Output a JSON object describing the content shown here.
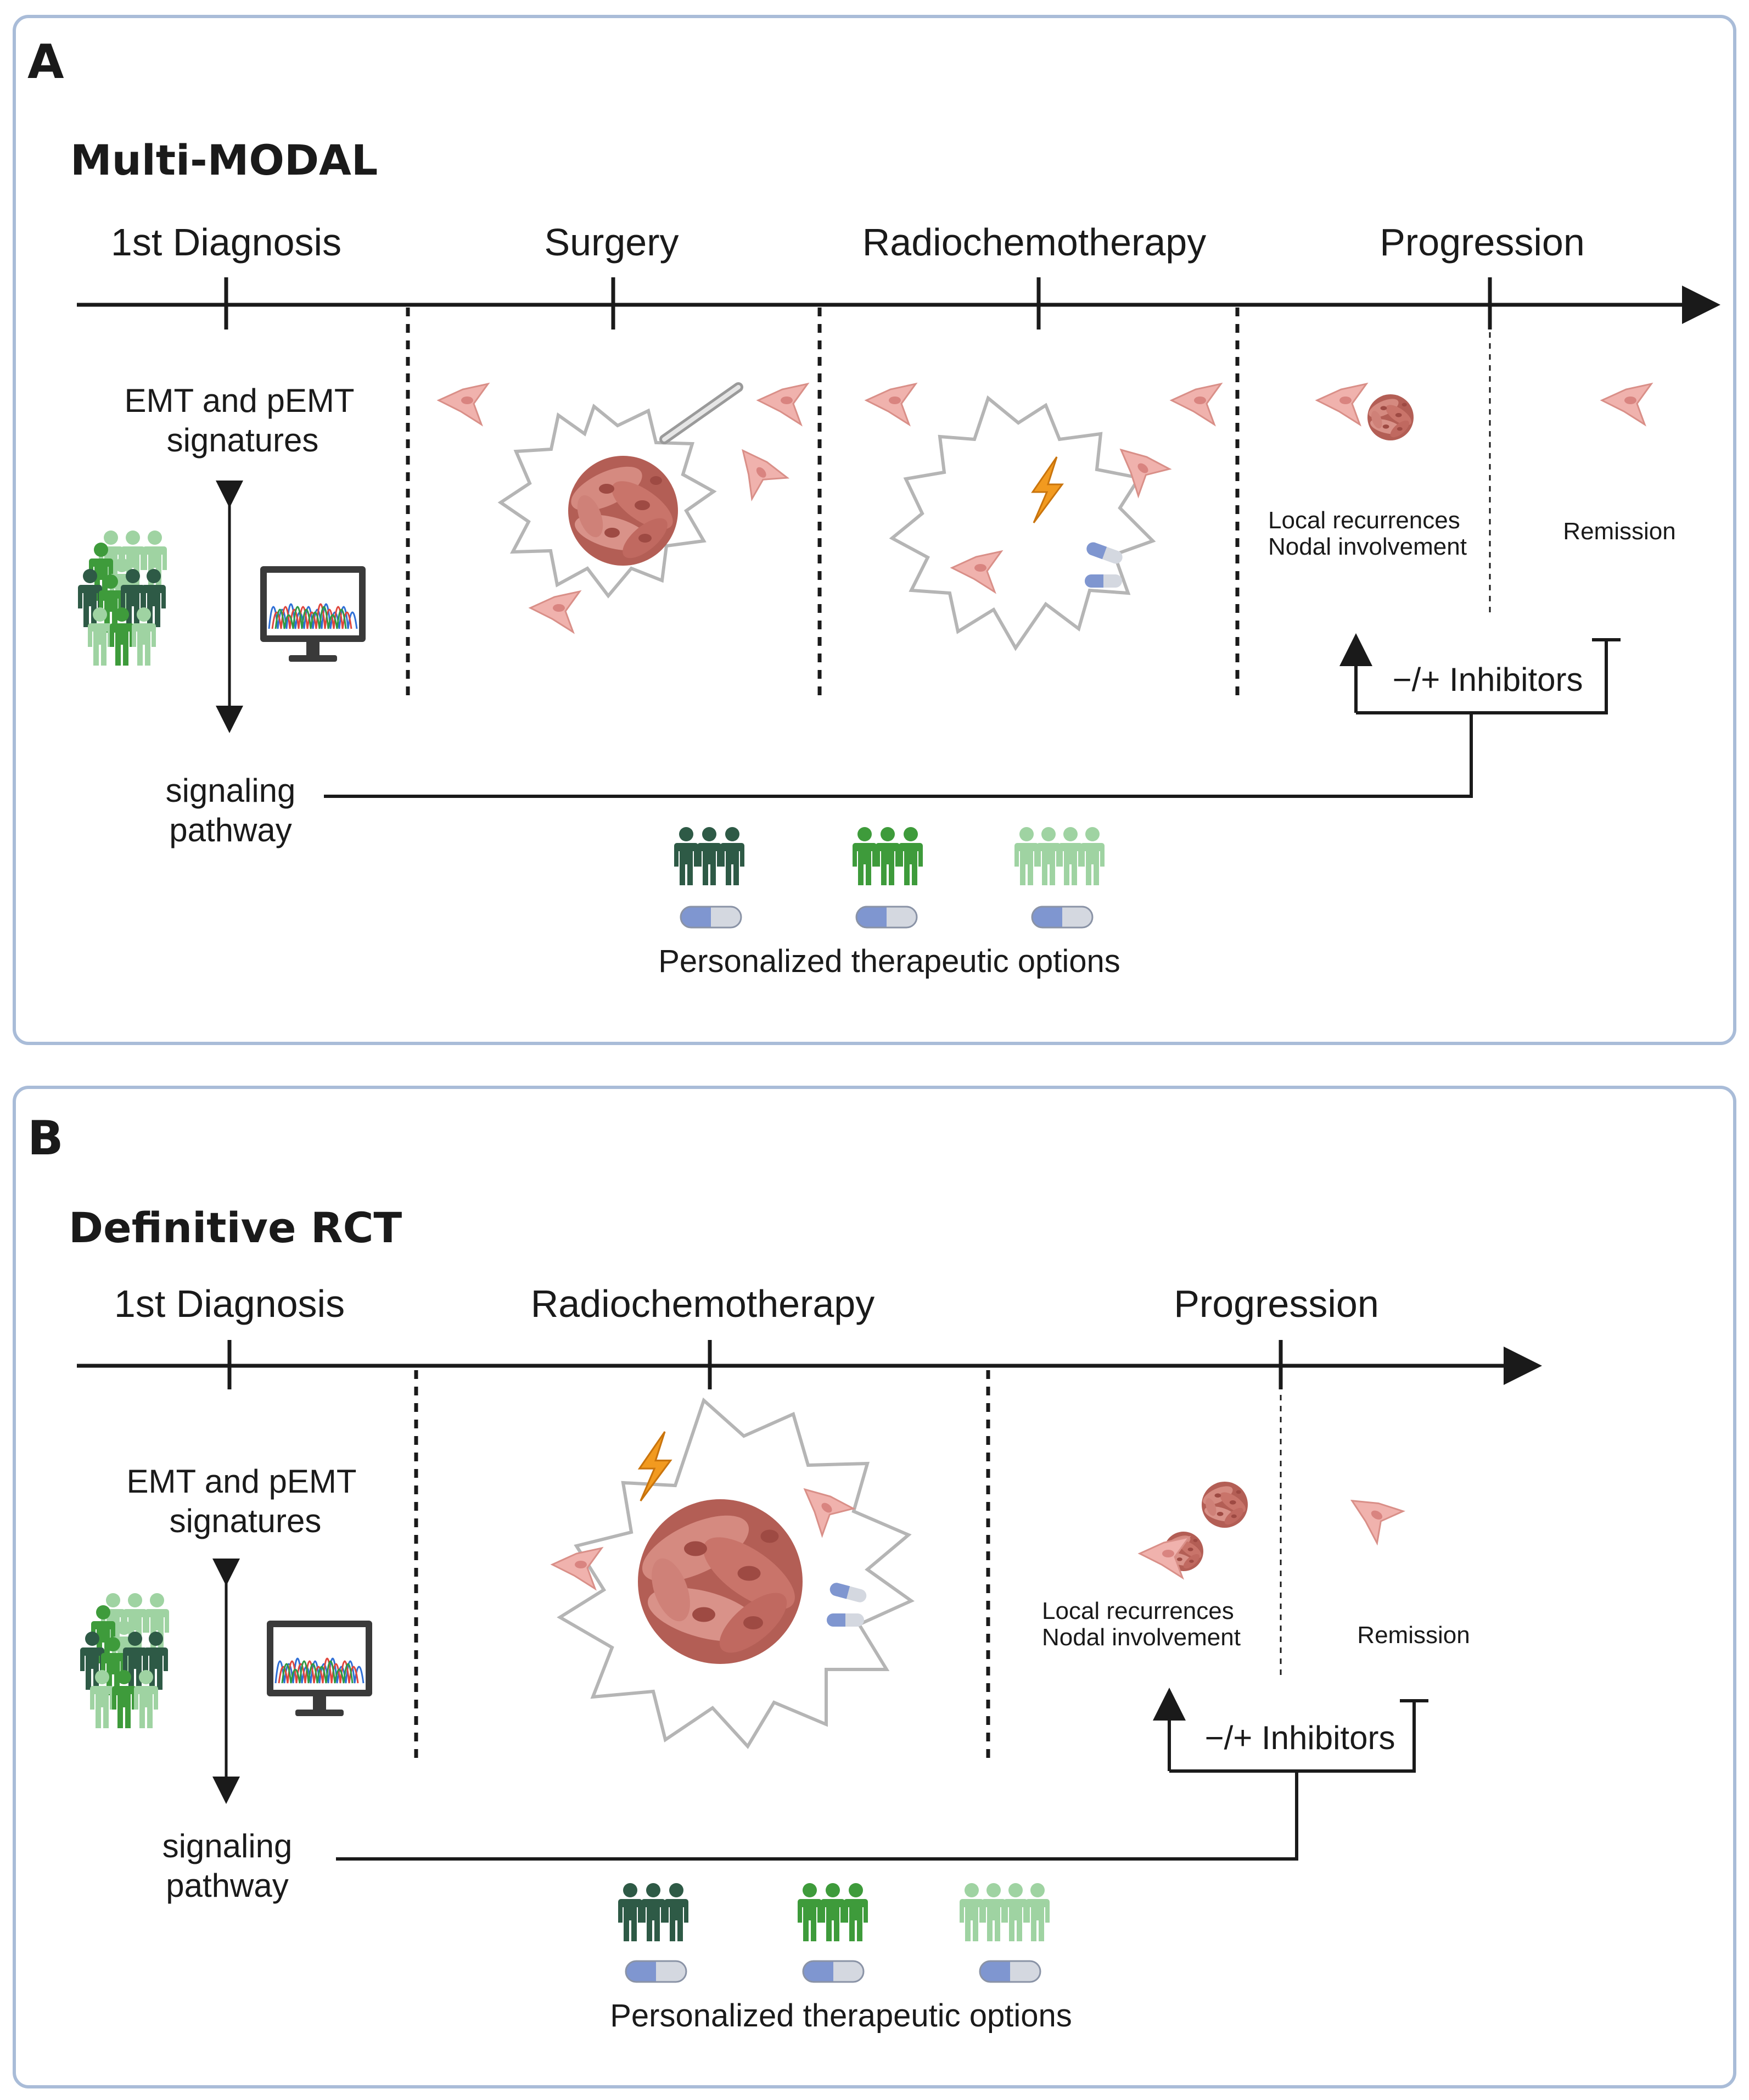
{
  "panel_a": {
    "letter": "A",
    "title": "Multi-MODAL",
    "stages": [
      "1st Diagnosis",
      "Surgery",
      "Radiochemotherapy",
      "Progression"
    ],
    "signatures_label": [
      "EMT and pEMT",
      "signatures"
    ],
    "pathway_label": [
      "signaling",
      "pathway"
    ],
    "outcome_recurrence": [
      "Local recurrences",
      "Nodal involvement"
    ],
    "outcome_remission": "Remission",
    "inhibitors_label": "−/+ Inhibitors",
    "therapy_caption": "Personalized therapeutic options"
  },
  "panel_b": {
    "letter": "B",
    "title": "Definitive RCT",
    "stages": [
      "1st Diagnosis",
      "Radiochemotherapy",
      "Progression"
    ],
    "signatures_label": [
      "EMT and pEMT",
      "signatures"
    ],
    "pathway_label": [
      "signaling",
      "pathway"
    ],
    "outcome_recurrence": [
      "Local recurrences",
      "Nodal involvement"
    ],
    "outcome_remission": "Remission",
    "inhibitors_label": "−/+ Inhibitors",
    "therapy_caption": "Personalized therapeutic options"
  },
  "icons": [
    "patient-group-icon",
    "monitor-sequencing-icon",
    "scalpel-icon",
    "lightning-icon",
    "capsule-icon",
    "tumor-cell-icon",
    "single-cell-icon"
  ],
  "colors": {
    "panel_border": "#a9bcd8",
    "dark_green": "#2e5a46",
    "mid_green": "#3e9b3b",
    "light_green": "#9fd3a2",
    "lightning": "#f29a1f",
    "tumor": "#c8766c",
    "capsule_blue": "#7f96d0"
  }
}
